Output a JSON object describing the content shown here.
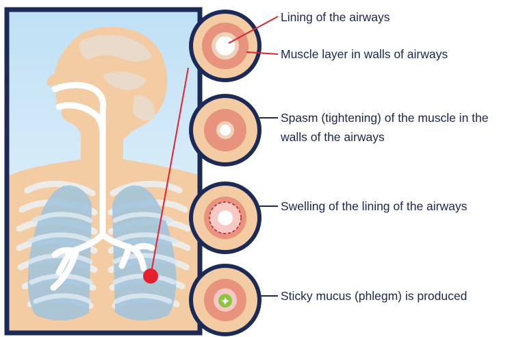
{
  "colors": {
    "navy": "#1b2a57",
    "skin": "#f3cca4",
    "muscle": "#e8937e",
    "lining": "#f0d2b8",
    "lumen": "#ffffff",
    "swelling": "#f6c9c4",
    "mucus": "#8cc63f",
    "pointer": "#e4202e",
    "sky_top": "#c6e3f6",
    "sky_bottom": "#e7f3fb",
    "lung": "#9dc3dd",
    "airway": "#ffffff"
  },
  "icons": {
    "body": "human-body-with-lungs-icon",
    "pointer": "red-pointer-dot-icon"
  },
  "labels": {
    "lining": "Lining of the airways",
    "muscle": "Muscle layer in walls of airways",
    "spasm_line1": "Spasm (tightening) of the muscle in the",
    "spasm_line2": "walls of the airways",
    "swelling": "Swelling of the lining of the airways",
    "mucus": "Sticky mucus (phlegm) is produced"
  }
}
